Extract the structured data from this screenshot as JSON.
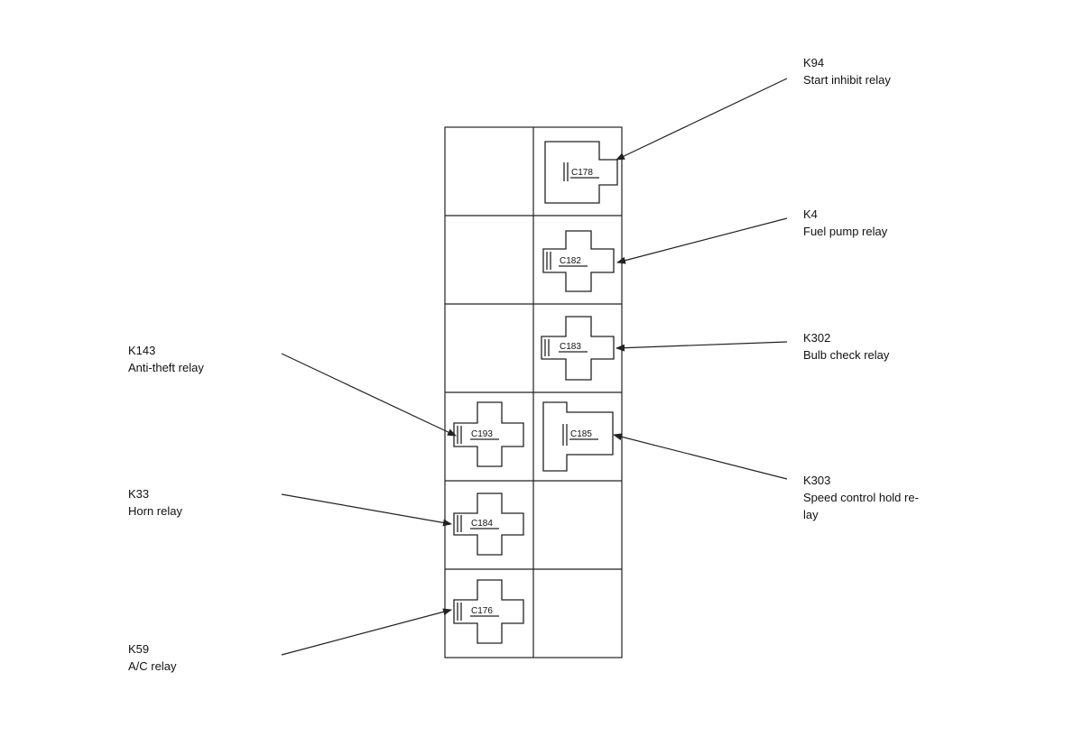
{
  "relays": [
    {
      "code": "K94",
      "name": "Start inhibit relay",
      "connector": "C178"
    },
    {
      "code": "K4",
      "name": "Fuel pump relay",
      "connector": "C182"
    },
    {
      "code": "K302",
      "name": "Bulb check relay",
      "connector": "C183"
    },
    {
      "code": "K143",
      "name": "Anti-theft relay",
      "connector": "C193"
    },
    {
      "code": "K303",
      "name": "Speed control hold re-",
      "name_line2": "lay",
      "connector": "C185"
    },
    {
      "code": "K33",
      "name": "Horn relay",
      "connector": "C184"
    },
    {
      "code": "K59",
      "name": "A/C relay",
      "connector": "C176"
    }
  ]
}
